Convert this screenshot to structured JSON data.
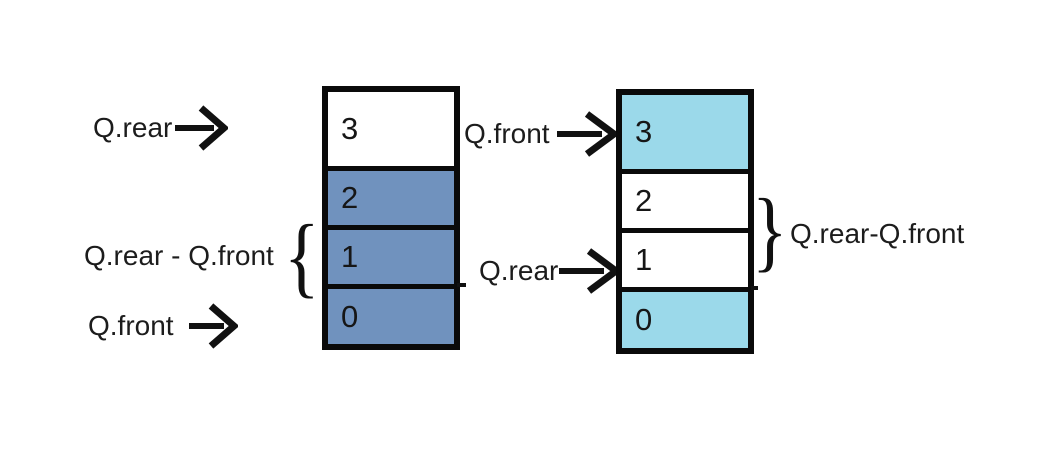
{
  "left_queue": {
    "rear_label": "Q.rear",
    "range_label": "Q.rear - Q.front",
    "front_label": "Q.front",
    "open_brace": "{",
    "cells": [
      {
        "index": "3",
        "color": "#ffffff"
      },
      {
        "index": "2",
        "color": "#7092be"
      },
      {
        "index": "1",
        "color": "#7092be"
      },
      {
        "index": "0",
        "color": "#7092be"
      }
    ]
  },
  "right_queue": {
    "front_label": "Q.front",
    "rear_label": "Q.rear",
    "range_label": "Q.rear-Q.front",
    "close_brace": "}",
    "cells": [
      {
        "index": "3",
        "color": "#9bd9ea"
      },
      {
        "index": "2",
        "color": "#ffffff"
      },
      {
        "index": "1",
        "color": "#ffffff"
      },
      {
        "index": "0",
        "color": "#9bd9ea"
      }
    ]
  },
  "icons": {
    "arrow_right": "→",
    "open_brace": "{",
    "close_brace": "}"
  },
  "colors": {
    "occupied_left": "#7092be",
    "occupied_right": "#9bd9ea",
    "outline": "#0a0a0a",
    "text": "#1c1c1c",
    "background": "#ffffff"
  }
}
